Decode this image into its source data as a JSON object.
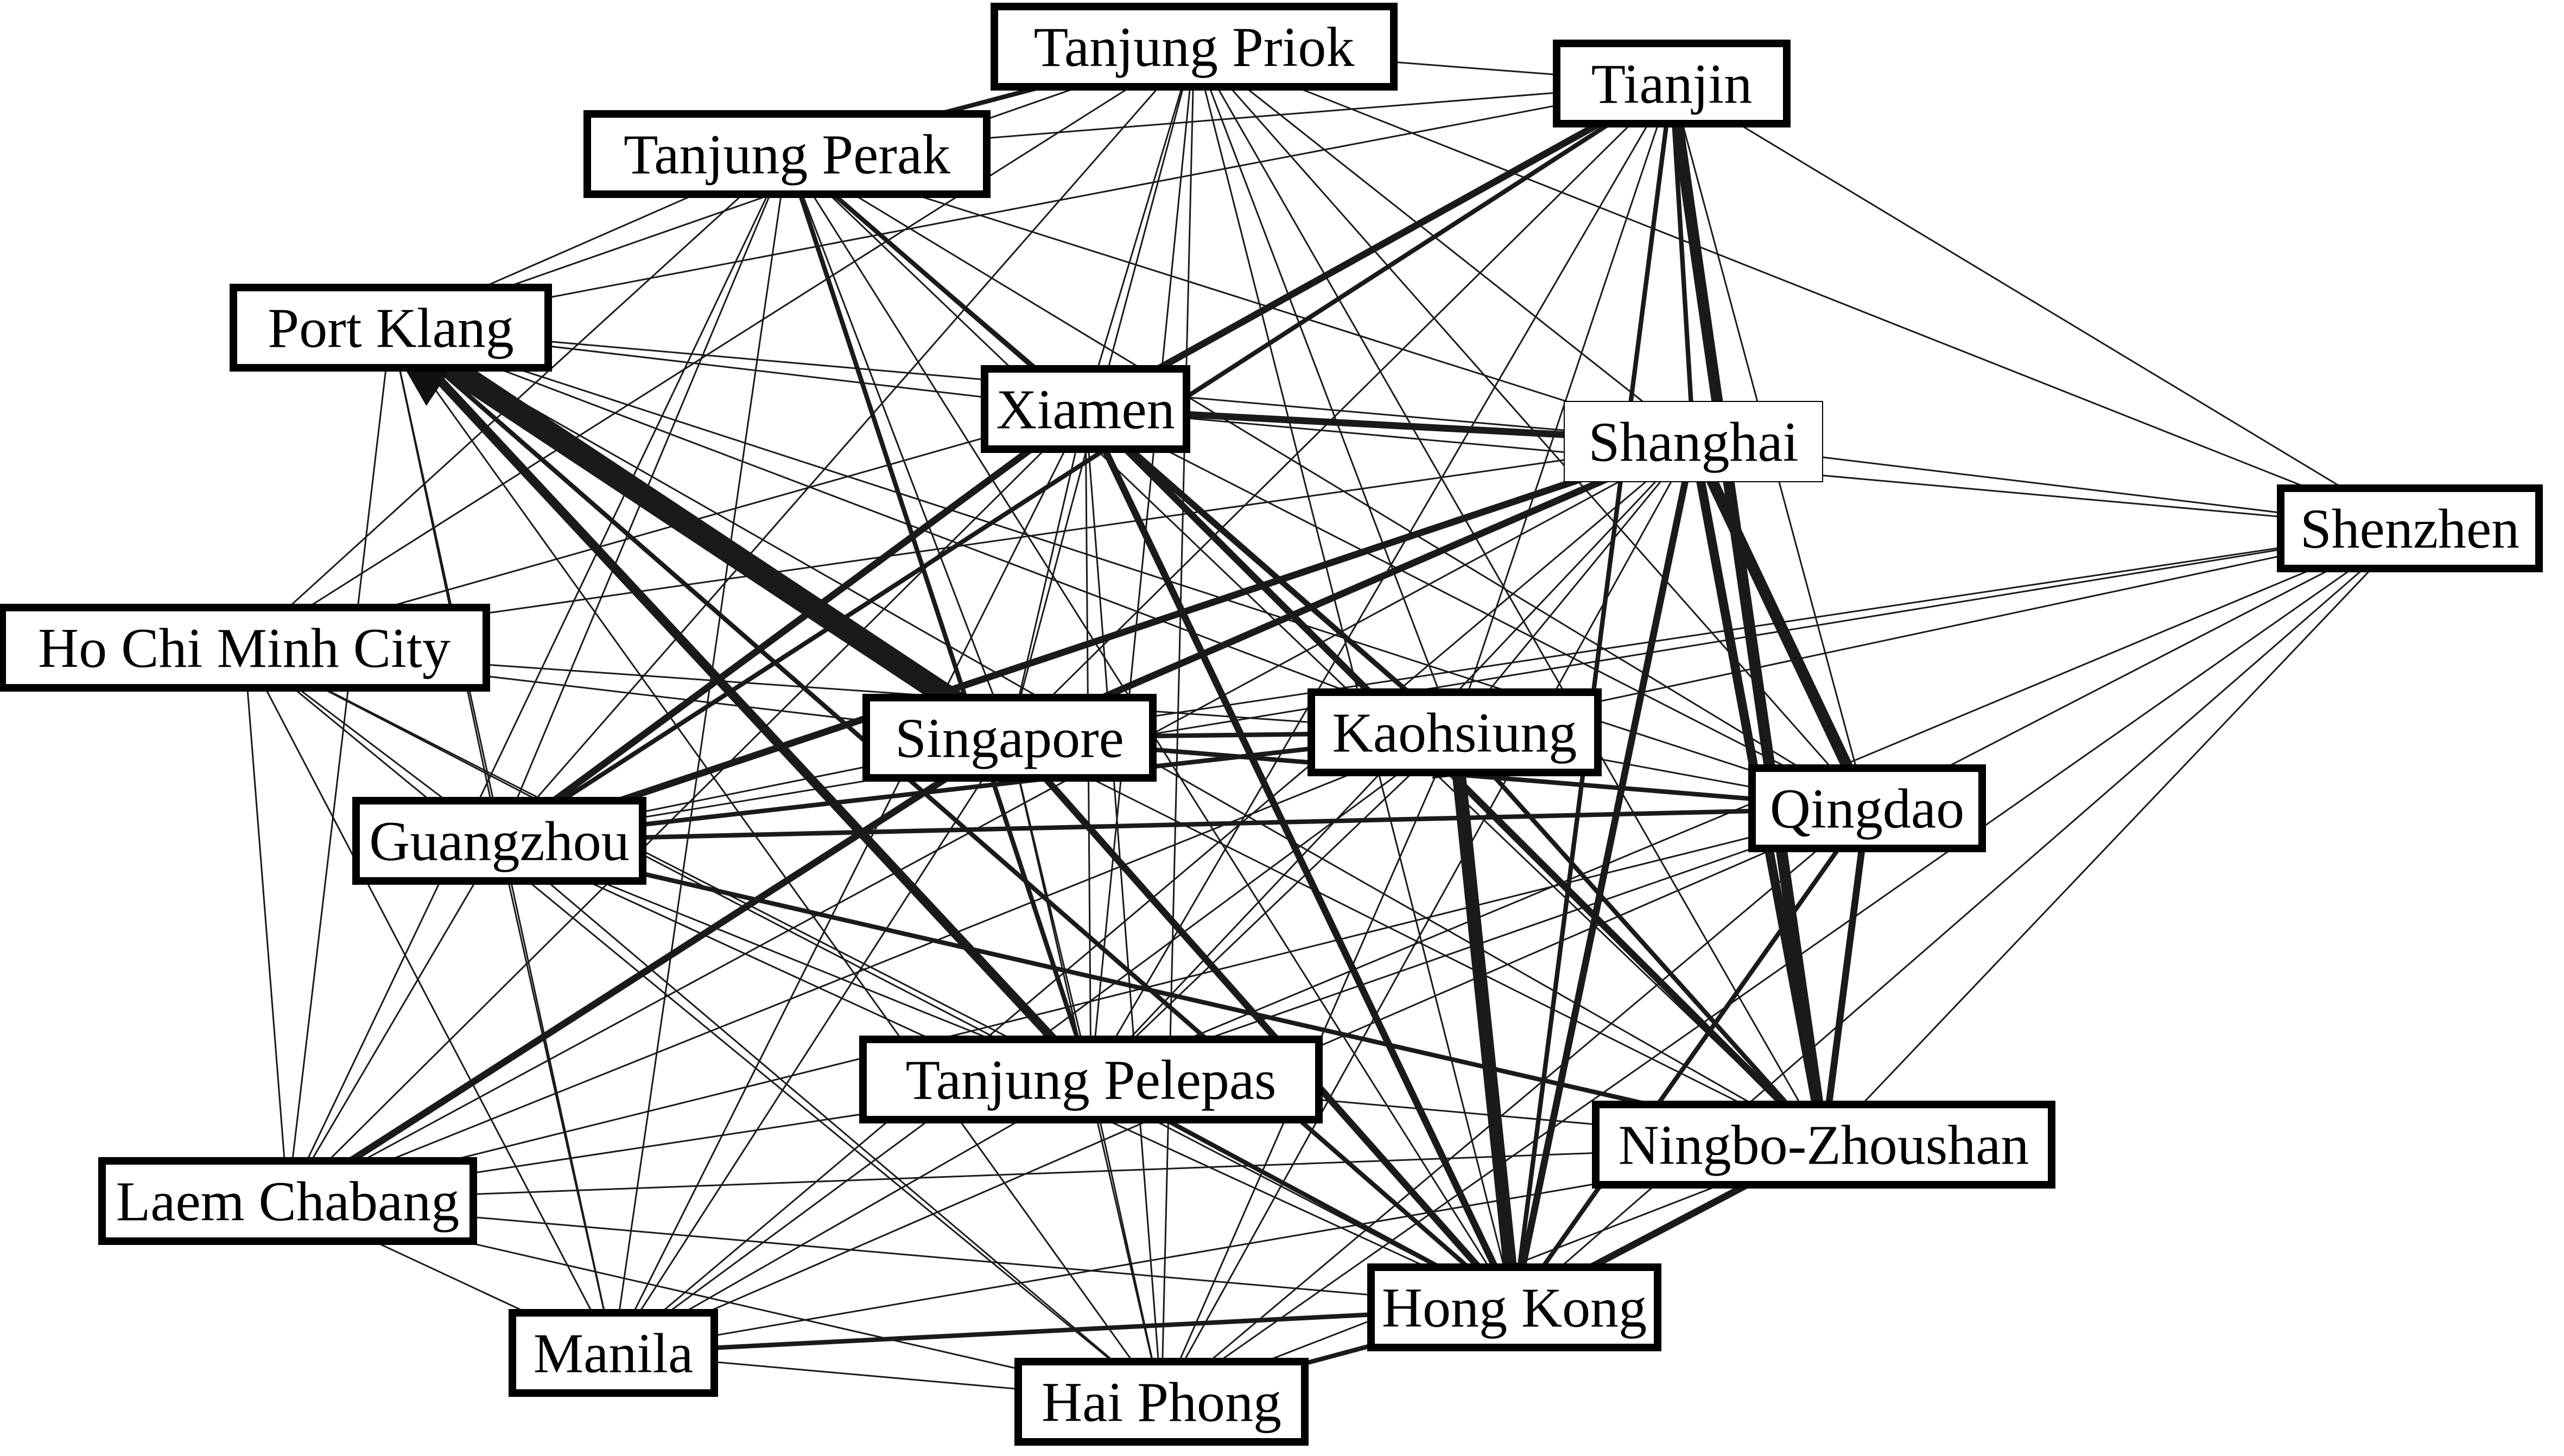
{
  "ports": [
    {
      "id": "tanjung-priok",
      "label": "Tanjung Priok",
      "boxed": true
    },
    {
      "id": "tianjin",
      "label": "Tianjin",
      "boxed": true
    },
    {
      "id": "tanjung-perak",
      "label": "Tanjung Perak",
      "boxed": true
    },
    {
      "id": "port-klang",
      "label": "Port Klang",
      "boxed": true
    },
    {
      "id": "xiamen",
      "label": "Xiamen",
      "boxed": true
    },
    {
      "id": "shanghai",
      "label": "Shanghai",
      "boxed": false
    },
    {
      "id": "shenzhen",
      "label": "Shenzhen",
      "boxed": true
    },
    {
      "id": "ho-chi-minh-city",
      "label": "Ho Chi Minh City",
      "boxed": true
    },
    {
      "id": "singapore",
      "label": "Singapore",
      "boxed": true
    },
    {
      "id": "kaohsiung",
      "label": "Kaohsiung",
      "boxed": true
    },
    {
      "id": "qingdao",
      "label": "Qingdao",
      "boxed": true
    },
    {
      "id": "guangzhou",
      "label": "Guangzhou",
      "boxed": true
    },
    {
      "id": "tanjung-pelepas",
      "label": "Tanjung Pelepas",
      "boxed": true
    },
    {
      "id": "ningbo-zhoushan",
      "label": "Ningbo-Zhoushan",
      "boxed": true
    },
    {
      "id": "laem-chabang",
      "label": "Laem Chabang",
      "boxed": true
    },
    {
      "id": "hong-kong",
      "label": "Hong Kong",
      "boxed": true
    },
    {
      "id": "manila",
      "label": "Manila",
      "boxed": true
    },
    {
      "id": "hai-phong",
      "label": "Hai Phong",
      "boxed": true
    }
  ],
  "edges": [
    {
      "from": "singapore",
      "to": "port-klang",
      "weight": 10
    },
    {
      "from": "hong-kong",
      "to": "kaohsiung",
      "weight": 6
    },
    {
      "from": "ningbo-zhoushan",
      "to": "tianjin",
      "weight": 5
    },
    {
      "from": "shanghai",
      "to": "qingdao",
      "weight": 5
    },
    {
      "from": "ningbo-zhoushan",
      "to": "shanghai",
      "weight": 4
    },
    {
      "from": "tanjung-pelepas",
      "to": "port-klang",
      "weight": 4
    },
    {
      "from": "laem-chabang",
      "to": "singapore",
      "weight": 3
    },
    {
      "from": "xiamen",
      "to": "tianjin",
      "weight": 3
    },
    {
      "from": "xiamen",
      "to": "shanghai",
      "weight": 3
    },
    {
      "from": "xiamen",
      "to": "guangzhou",
      "weight": 3
    },
    {
      "from": "xiamen",
      "to": "hong-kong",
      "weight": 3
    },
    {
      "from": "xiamen",
      "to": "ningbo-zhoushan",
      "weight": 3
    },
    {
      "from": "xiamen",
      "to": "kaohsiung",
      "weight": 2
    },
    {
      "from": "guangzhou",
      "to": "shanghai",
      "weight": 3
    },
    {
      "from": "singapore",
      "to": "shanghai",
      "weight": 3
    },
    {
      "from": "hong-kong",
      "to": "shanghai",
      "weight": 3
    },
    {
      "from": "ningbo-zhoushan",
      "to": "qingdao",
      "weight": 3
    },
    {
      "from": "hong-kong",
      "to": "ningbo-zhoushan",
      "weight": 3
    },
    {
      "from": "singapore",
      "to": "hong-kong",
      "weight": 3
    },
    {
      "from": "tanjung-perak",
      "to": "tanjung-pelepas",
      "weight": 2
    },
    {
      "from": "tanjung-perak",
      "to": "kaohsiung",
      "weight": 2
    },
    {
      "from": "tanjung-perak",
      "to": "tanjung-priok",
      "weight": 2
    },
    {
      "from": "guangzhou",
      "to": "ningbo-zhoushan",
      "weight": 2
    },
    {
      "from": "guangzhou",
      "to": "kaohsiung",
      "weight": 2
    },
    {
      "from": "guangzhou",
      "to": "tianjin",
      "weight": 2
    },
    {
      "from": "kaohsiung",
      "to": "ningbo-zhoushan",
      "weight": 2
    },
    {
      "from": "hong-kong",
      "to": "tianjin",
      "weight": 2
    },
    {
      "from": "hong-kong",
      "to": "qingdao",
      "weight": 2
    },
    {
      "from": "shanghai",
      "to": "tianjin",
      "weight": 2
    },
    {
      "from": "kaohsiung",
      "to": "singapore",
      "weight": 2
    },
    {
      "from": "singapore",
      "to": "qingdao",
      "weight": 2
    },
    {
      "from": "guangzhou",
      "to": "qingdao",
      "weight": 2
    },
    {
      "from": "hai-phong",
      "to": "hong-kong",
      "weight": 2
    },
    {
      "from": "manila",
      "to": "hong-kong",
      "weight": 2
    },
    {
      "from": "tanjung-pelepas",
      "to": "hong-kong",
      "weight": 2
    },
    {
      "from": "port-klang",
      "to": "hong-kong",
      "weight": 2
    },
    {
      "from": "port-klang",
      "to": "xiamen",
      "weight": 1
    },
    {
      "from": "port-klang",
      "to": "shanghai",
      "weight": 1
    },
    {
      "from": "port-klang",
      "to": "kaohsiung",
      "weight": 1
    },
    {
      "from": "port-klang",
      "to": "qingdao",
      "weight": 1
    },
    {
      "from": "port-klang",
      "to": "ningbo-zhoushan",
      "weight": 1
    },
    {
      "from": "port-klang",
      "to": "laem-chabang",
      "weight": 1
    },
    {
      "from": "port-klang",
      "to": "manila",
      "weight": 1
    },
    {
      "from": "port-klang",
      "to": "hai-phong",
      "weight": 1
    },
    {
      "from": "port-klang",
      "to": "tanjung-perak",
      "weight": 1
    },
    {
      "from": "port-klang",
      "to": "tanjung-priok",
      "weight": 1
    },
    {
      "from": "port-klang",
      "to": "guangzhou",
      "weight": 1
    },
    {
      "from": "ho-chi-minh-city",
      "to": "tanjung-priok",
      "weight": 1
    },
    {
      "from": "ho-chi-minh-city",
      "to": "tanjung-perak",
      "weight": 1
    },
    {
      "from": "ho-chi-minh-city",
      "to": "xiamen",
      "weight": 1
    },
    {
      "from": "ho-chi-minh-city",
      "to": "singapore",
      "weight": 1
    },
    {
      "from": "ho-chi-minh-city",
      "to": "kaohsiung",
      "weight": 1
    },
    {
      "from": "ho-chi-minh-city",
      "to": "tanjung-pelepas",
      "weight": 1
    },
    {
      "from": "ho-chi-minh-city",
      "to": "hong-kong",
      "weight": 1
    },
    {
      "from": "ho-chi-minh-city",
      "to": "laem-chabang",
      "weight": 1
    },
    {
      "from": "ho-chi-minh-city",
      "to": "manila",
      "weight": 1
    },
    {
      "from": "ho-chi-minh-city",
      "to": "hai-phong",
      "weight": 1
    },
    {
      "from": "ho-chi-minh-city",
      "to": "shanghai",
      "weight": 1
    },
    {
      "from": "tanjung-priok",
      "to": "tianjin",
      "weight": 1
    },
    {
      "from": "tanjung-priok",
      "to": "shanghai",
      "weight": 1
    },
    {
      "from": "tanjung-priok",
      "to": "shenzhen",
      "weight": 1
    },
    {
      "from": "tanjung-priok",
      "to": "xiamen",
      "weight": 1
    },
    {
      "from": "tanjung-priok",
      "to": "singapore",
      "weight": 1
    },
    {
      "from": "tanjung-priok",
      "to": "kaohsiung",
      "weight": 1
    },
    {
      "from": "tanjung-priok",
      "to": "tanjung-pelepas",
      "weight": 1
    },
    {
      "from": "tanjung-priok",
      "to": "hong-kong",
      "weight": 1
    },
    {
      "from": "tanjung-priok",
      "to": "hai-phong",
      "weight": 1
    },
    {
      "from": "tanjung-priok",
      "to": "qingdao",
      "weight": 1
    },
    {
      "from": "tanjung-priok",
      "to": "guangzhou",
      "weight": 1
    },
    {
      "from": "tanjung-priok",
      "to": "ningbo-zhoushan",
      "weight": 1
    },
    {
      "from": "tanjung-perak",
      "to": "tianjin",
      "weight": 1
    },
    {
      "from": "tanjung-perak",
      "to": "shanghai",
      "weight": 1
    },
    {
      "from": "tanjung-perak",
      "to": "singapore",
      "weight": 1
    },
    {
      "from": "tanjung-perak",
      "to": "guangzhou",
      "weight": 1
    },
    {
      "from": "tanjung-perak",
      "to": "xiamen",
      "weight": 1
    },
    {
      "from": "tanjung-perak",
      "to": "hong-kong",
      "weight": 1
    },
    {
      "from": "tanjung-perak",
      "to": "manila",
      "weight": 1
    },
    {
      "from": "tanjung-perak",
      "to": "laem-chabang",
      "weight": 1
    },
    {
      "from": "tanjung-perak",
      "to": "qingdao",
      "weight": 1
    },
    {
      "from": "tanjung-perak",
      "to": "ningbo-zhoushan",
      "weight": 1
    },
    {
      "from": "tianjin",
      "to": "shenzhen",
      "weight": 1
    },
    {
      "from": "tianjin",
      "to": "kaohsiung",
      "weight": 1
    },
    {
      "from": "tianjin",
      "to": "qingdao",
      "weight": 1
    },
    {
      "from": "tianjin",
      "to": "tanjung-pelepas",
      "weight": 1
    },
    {
      "from": "tianjin",
      "to": "singapore",
      "weight": 1
    },
    {
      "from": "tianjin",
      "to": "port-klang",
      "weight": 1
    },
    {
      "from": "xiamen",
      "to": "singapore",
      "weight": 1
    },
    {
      "from": "xiamen",
      "to": "qingdao",
      "weight": 1
    },
    {
      "from": "xiamen",
      "to": "tanjung-pelepas",
      "weight": 1
    },
    {
      "from": "xiamen",
      "to": "laem-chabang",
      "weight": 1
    },
    {
      "from": "xiamen",
      "to": "manila",
      "weight": 1
    },
    {
      "from": "xiamen",
      "to": "hai-phong",
      "weight": 1
    },
    {
      "from": "xiamen",
      "to": "shenzhen",
      "weight": 1
    },
    {
      "from": "shanghai",
      "to": "shenzhen",
      "weight": 1
    },
    {
      "from": "shanghai",
      "to": "kaohsiung",
      "weight": 1
    },
    {
      "from": "shanghai",
      "to": "tanjung-pelepas",
      "weight": 1
    },
    {
      "from": "shanghai",
      "to": "laem-chabang",
      "weight": 1
    },
    {
      "from": "shanghai",
      "to": "manila",
      "weight": 1
    },
    {
      "from": "shanghai",
      "to": "hai-phong",
      "weight": 1
    },
    {
      "from": "shenzhen",
      "to": "kaohsiung",
      "weight": 1
    },
    {
      "from": "shenzhen",
      "to": "qingdao",
      "weight": 1
    },
    {
      "from": "shenzhen",
      "to": "ningbo-zhoushan",
      "weight": 1
    },
    {
      "from": "shenzhen",
      "to": "hong-kong",
      "weight": 1
    },
    {
      "from": "shenzhen",
      "to": "tanjung-pelepas",
      "weight": 1
    },
    {
      "from": "shenzhen",
      "to": "singapore",
      "weight": 1
    },
    {
      "from": "shenzhen",
      "to": "hai-phong",
      "weight": 1
    },
    {
      "from": "shenzhen",
      "to": "guangzhou",
      "weight": 1
    },
    {
      "from": "singapore",
      "to": "guangzhou",
      "weight": 1
    },
    {
      "from": "singapore",
      "to": "tanjung-pelepas",
      "weight": 1
    },
    {
      "from": "singapore",
      "to": "ningbo-zhoushan",
      "weight": 1
    },
    {
      "from": "singapore",
      "to": "manila",
      "weight": 1
    },
    {
      "from": "singapore",
      "to": "hai-phong",
      "weight": 1
    },
    {
      "from": "kaohsiung",
      "to": "qingdao",
      "weight": 1
    },
    {
      "from": "kaohsiung",
      "to": "tanjung-pelepas",
      "weight": 1
    },
    {
      "from": "kaohsiung",
      "to": "laem-chabang",
      "weight": 1
    },
    {
      "from": "kaohsiung",
      "to": "manila",
      "weight": 1
    },
    {
      "from": "kaohsiung",
      "to": "hai-phong",
      "weight": 1
    },
    {
      "from": "qingdao",
      "to": "tanjung-pelepas",
      "weight": 1
    },
    {
      "from": "qingdao",
      "to": "laem-chabang",
      "weight": 1
    },
    {
      "from": "qingdao",
      "to": "manila",
      "weight": 1
    },
    {
      "from": "qingdao",
      "to": "hai-phong",
      "weight": 1
    },
    {
      "from": "guangzhou",
      "to": "tanjung-pelepas",
      "weight": 1
    },
    {
      "from": "guangzhou",
      "to": "laem-chabang",
      "weight": 1
    },
    {
      "from": "guangzhou",
      "to": "manila",
      "weight": 1
    },
    {
      "from": "guangzhou",
      "to": "hai-phong",
      "weight": 1
    },
    {
      "from": "guangzhou",
      "to": "hong-kong",
      "weight": 1
    },
    {
      "from": "guangzhou",
      "to": "ho-chi-minh-city",
      "weight": 1
    },
    {
      "from": "tanjung-pelepas",
      "to": "ningbo-zhoushan",
      "weight": 1
    },
    {
      "from": "tanjung-pelepas",
      "to": "laem-chabang",
      "weight": 1
    },
    {
      "from": "tanjung-pelepas",
      "to": "manila",
      "weight": 1
    },
    {
      "from": "tanjung-pelepas",
      "to": "hai-phong",
      "weight": 1
    },
    {
      "from": "ningbo-zhoushan",
      "to": "laem-chabang",
      "weight": 1
    },
    {
      "from": "ningbo-zhoushan",
      "to": "manila",
      "weight": 1
    },
    {
      "from": "ningbo-zhoushan",
      "to": "hai-phong",
      "weight": 1
    },
    {
      "from": "laem-chabang",
      "to": "hong-kong",
      "weight": 1
    },
    {
      "from": "laem-chabang",
      "to": "manila",
      "weight": 1
    },
    {
      "from": "laem-chabang",
      "to": "hai-phong",
      "weight": 1
    },
    {
      "from": "hong-kong",
      "to": "hai-phong",
      "weight": 1
    },
    {
      "from": "manila",
      "to": "hai-phong",
      "weight": 1
    }
  ],
  "colors": {
    "edge": "#1a1a1a",
    "node_fill": "#ffffff",
    "node_border": "#000000",
    "label": "#000000"
  }
}
